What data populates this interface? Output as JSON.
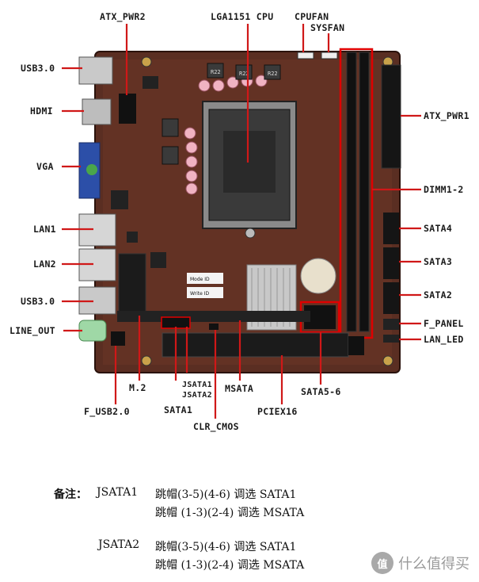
{
  "labels": {
    "atx_pwr2": "ATX_PWR2",
    "lga1151": "LGA1151 CPU",
    "cpufan": "CPUFAN",
    "sysfan": "SYSFAN",
    "usb3_top": "USB3.0",
    "hdmi": "HDMI",
    "vga": "VGA",
    "lan1": "LAN1",
    "lan2": "LAN2",
    "usb3_bottom": "USB3.0",
    "line_out": "LINE_OUT",
    "atx_pwr1": "ATX_PWR1",
    "dimm": "DIMM1-2",
    "sata4": "SATA4",
    "sata3": "SATA3",
    "sata2": "SATA2",
    "f_panel": "F_PANEL",
    "lan_led": "LAN_LED",
    "m2": "M.2",
    "jsata1": "JSATA1",
    "jsata2": "JSATA2",
    "msata": "MSATA",
    "sata56": "SATA5-6",
    "f_usb2": "F_USB2.0",
    "sata1": "SATA1",
    "clr_cmos": "CLR_CMOS",
    "pciex16": "PCIEX16"
  },
  "board_marks": {
    "r22": "R22",
    "sticker1": "Mode ID",
    "sticker2": "Write ID"
  },
  "notes": {
    "title": "备注：",
    "line1_head": "JSATA1",
    "line1_text": "跳帽(3-5)(4-6) 调选 SATA1",
    "line2_text": "跳帽 (1-3)(2-4) 调选 MSATA",
    "line3_head": "JSATA2",
    "line3_text": "跳帽(3-5)(4-6) 调选 SATA1",
    "line4_text": "跳帽 (1-3)(2-4) 调选 MSATA"
  },
  "watermark": {
    "badge": "值",
    "text": "什么值得买"
  },
  "colors": {
    "pcb": "#5a2e22",
    "leader": "#d01818",
    "highlight": "#e00000"
  }
}
